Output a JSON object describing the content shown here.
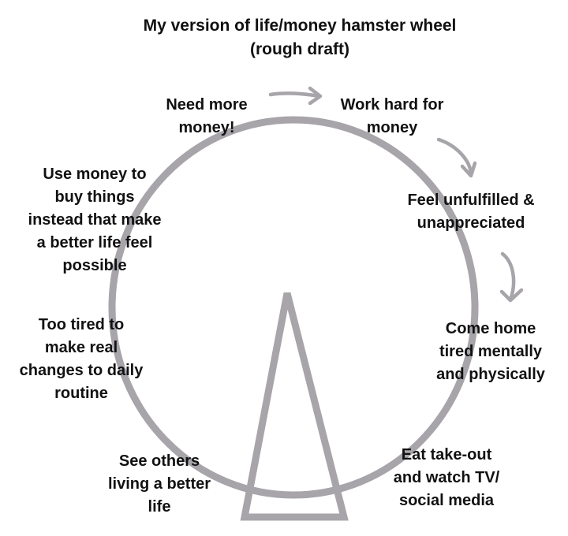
{
  "title": {
    "line1": "My version of life/money hamster wheel",
    "line2": "(rough draft)"
  },
  "colors": {
    "wheel": "#a7a4aa",
    "arrow": "#a7a4aa",
    "text": "#111111",
    "background": "#ffffff"
  },
  "steps": [
    {
      "key": "need-more-money",
      "lines": [
        "Need more",
        "money!"
      ]
    },
    {
      "key": "work-hard",
      "lines": [
        "Work hard for",
        "money"
      ]
    },
    {
      "key": "feel-unfulfilled",
      "lines": [
        "Feel unfulfilled &",
        "unappreciated"
      ]
    },
    {
      "key": "come-home-tired",
      "lines": [
        "Come home",
        "tired mentally",
        "and physically"
      ]
    },
    {
      "key": "eat-takeout",
      "lines": [
        "Eat take-out",
        "and watch TV/",
        "social media"
      ]
    },
    {
      "key": "see-others",
      "lines": [
        "See others",
        "living a better",
        "life"
      ]
    },
    {
      "key": "too-tired",
      "lines": [
        "Too tired to",
        "make real",
        "changes to daily",
        "routine"
      ]
    },
    {
      "key": "use-money",
      "lines": [
        "Use money to",
        "buy things",
        "instead that make",
        "a better life feel",
        "possible"
      ]
    }
  ]
}
